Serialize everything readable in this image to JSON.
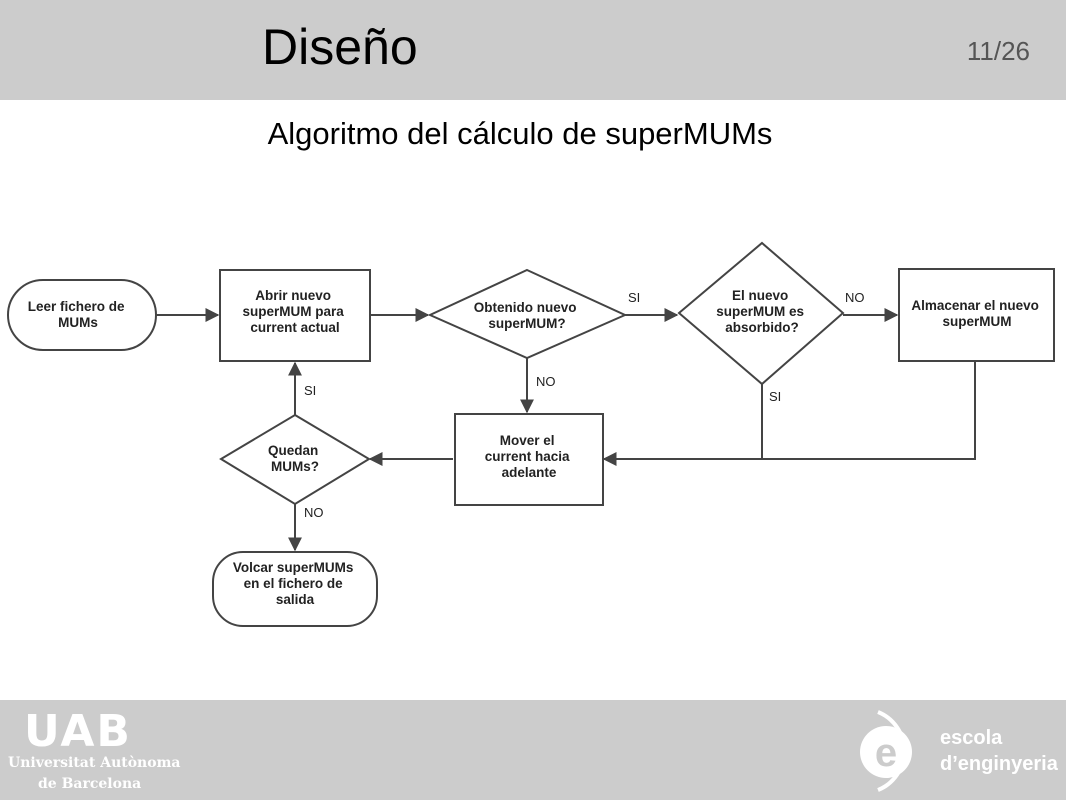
{
  "slide": {
    "title": "Diseño",
    "page_number": "11/26",
    "subtitle": "Algoritmo del cálculo de superMUMs"
  },
  "flowchart": {
    "nodes": [
      {
        "id": "start",
        "shape": "terminator",
        "lines": [
          "Leer fichero de",
          "MUMs"
        ]
      },
      {
        "id": "open",
        "shape": "process",
        "lines": [
          "Abrir nuevo",
          "superMUM para",
          "current actual"
        ]
      },
      {
        "id": "obtained",
        "shape": "decision",
        "lines": [
          "Obtenido nuevo",
          "superMUM?"
        ]
      },
      {
        "id": "absorbed",
        "shape": "decision",
        "lines": [
          "El nuevo",
          "superMUM es",
          "absorbido?"
        ]
      },
      {
        "id": "store",
        "shape": "process",
        "lines": [
          "Almacenar el nuevo",
          "superMUM"
        ]
      },
      {
        "id": "move",
        "shape": "process",
        "lines": [
          "Mover el",
          "current hacia",
          "adelante"
        ]
      },
      {
        "id": "remaining",
        "shape": "decision",
        "lines": [
          "Quedan",
          "MUMs?"
        ]
      },
      {
        "id": "dump",
        "shape": "terminator",
        "lines": [
          "Volcar superMUMs",
          "en el fichero de",
          "salida"
        ]
      }
    ],
    "edge_labels": {
      "obtained_yes": "SI",
      "obtained_no": "NO",
      "absorbed_no": "NO",
      "absorbed_yes": "SI",
      "remaining_yes": "SI",
      "remaining_no": "NO"
    }
  },
  "footer": {
    "uab_logo_text": "UAB",
    "uab_line1": "Universitat Autònoma",
    "uab_line2": "de Barcelona",
    "escola_mark": "e",
    "escola_line1": "escola",
    "escola_line2": "d’enginyeria"
  },
  "colors": {
    "band": "#cccccc",
    "stroke": "#444444",
    "logo_white": "#ffffff"
  }
}
